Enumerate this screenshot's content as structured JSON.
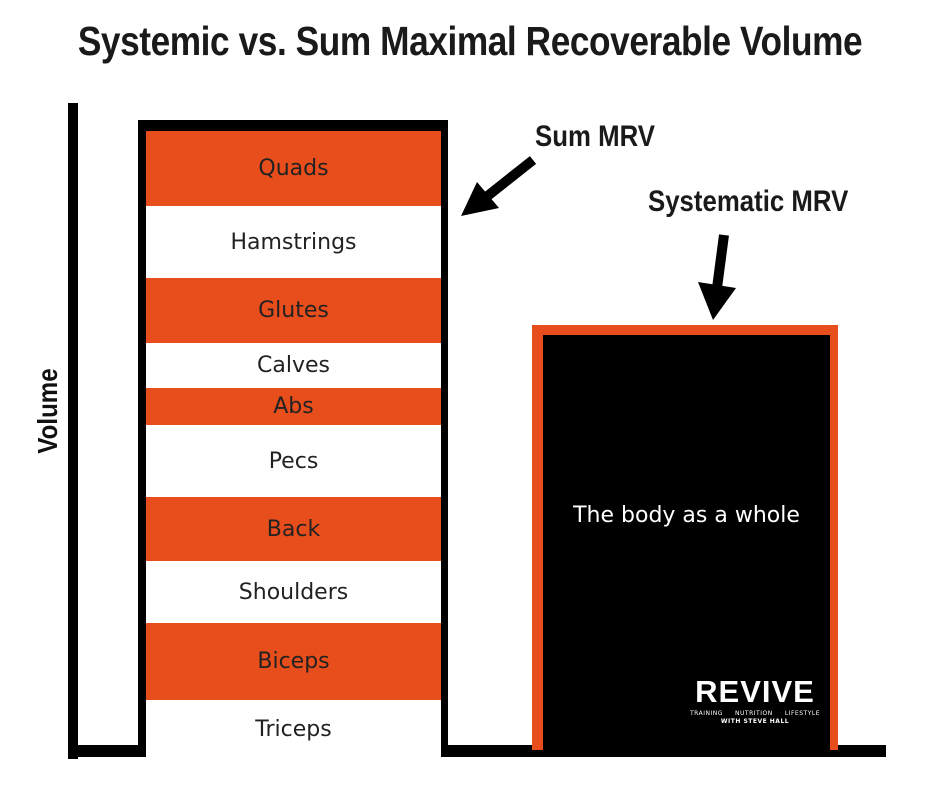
{
  "title": "Systemic vs. Sum Maximal Recoverable Volume",
  "y_axis_label": "Volume",
  "colors": {
    "accent": "#e84e1b",
    "dark": "#000000",
    "light": "#ffffff"
  },
  "sum_mrv": {
    "label": "Sum MRV",
    "segments": [
      "Quads",
      "Hamstrings",
      "Glutes",
      "Calves",
      "Abs",
      "Pecs",
      "Back",
      "Shoulders",
      "Biceps",
      "Triceps"
    ]
  },
  "systematic_mrv": {
    "label": "Systematic MRV",
    "box_text": "The body as a whole"
  },
  "logo": {
    "name": "REVIVE",
    "tagline_left": "TRAINING",
    "tagline_mid": "NUTRITION",
    "tagline_right": "LIFESTYLE",
    "byline": "WITH STEVE HALL"
  }
}
